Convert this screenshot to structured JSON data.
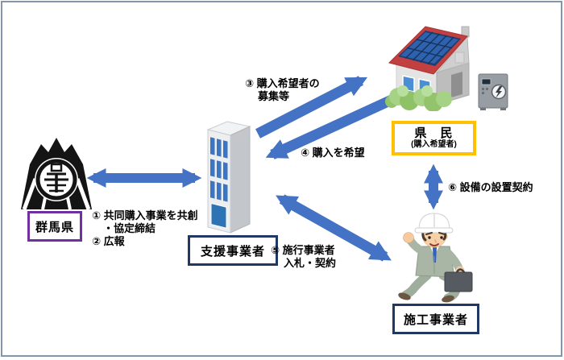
{
  "colors": {
    "arrow_blue": "#4472C4",
    "frame_border": "#8296AB",
    "gunma_box_border": "#7030A0",
    "support_box_border": "#1F3864",
    "citizens_box_border": "#FFC000",
    "contractor_box_border": "#1F3864"
  },
  "nodes": {
    "gunma": {
      "label": "群馬県",
      "icon": "gunma-prefecture-crest"
    },
    "support": {
      "label": "支援事業者",
      "icon": "office-building"
    },
    "citizens": {
      "label": "県　民",
      "sublabel": "(購入希望者)",
      "icon": "solar-house-with-storage-battery"
    },
    "contractor": {
      "label": "施工事業者",
      "icon": "construction-worker"
    }
  },
  "annotations": {
    "steps_1_2": {
      "line1": "① 共同購入事業を共創",
      "line2": "・協定締結",
      "line3": "② 広報"
    },
    "step_3": {
      "line1": "③ 購入希望者の",
      "line2": "募集等"
    },
    "step_4": {
      "line1": "④ 購入を希望"
    },
    "step_5": {
      "line1": "⑤ 施行事業者",
      "line2": "入札・契約"
    },
    "step_6": {
      "line1": "⑥ 設備の設置契約"
    }
  }
}
